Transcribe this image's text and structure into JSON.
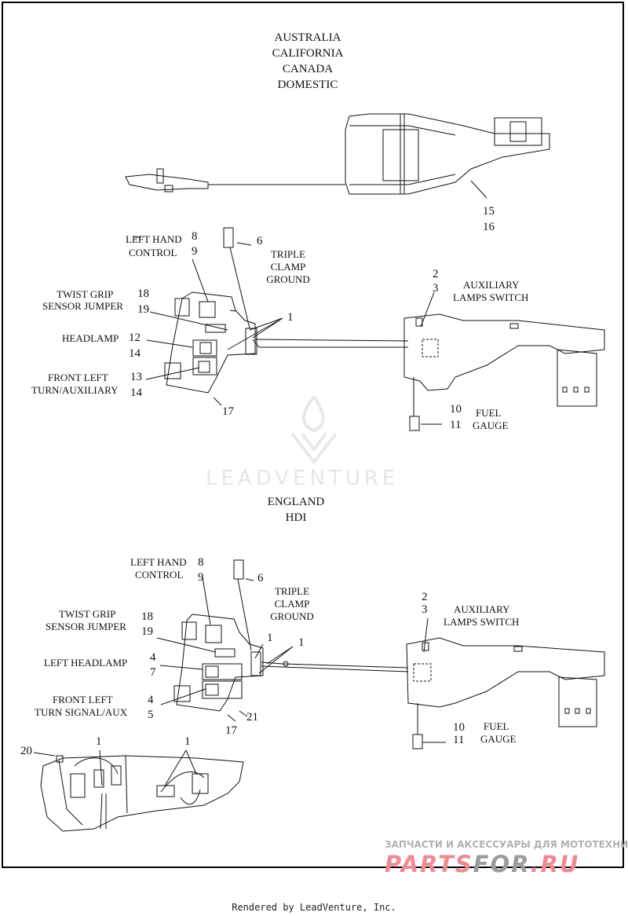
{
  "top_section": {
    "regions": [
      "AUSTRALIA",
      "CALIFORNIA",
      "CANADA",
      "DOMESTIC"
    ],
    "callouts": {
      "c15": "15",
      "c16": "16",
      "c8": "8",
      "c9": "9",
      "c6": "6",
      "c18": "18",
      "c19": "19",
      "c1": "1",
      "c12": "12",
      "c14a": "14",
      "c13": "13",
      "c14b": "14",
      "c17": "17",
      "c2": "2",
      "c3": "3",
      "c10": "10",
      "c11": "11"
    },
    "labels": {
      "left_hand": "LEFT HAND",
      "control": "CONTROL",
      "triple": "TRIPLE",
      "clamp": "CLAMP",
      "ground": "GROUND",
      "twist_grip": "TWIST GRIP",
      "sensor_jumper": "SENSOR JUMPER",
      "headlamp": "HEADLAMP",
      "front_left": "FRONT LEFT",
      "turn_aux": "TURN/AUXILIARY",
      "auxiliary": "AUXILIARY",
      "lamps_switch": "LAMPS SWITCH",
      "fuel": "FUEL",
      "gauge": "GAUGE"
    }
  },
  "bottom_section": {
    "regions": [
      "ENGLAND",
      "HDI"
    ],
    "callouts": {
      "c8": "8",
      "c9": "9",
      "c6": "6",
      "c18": "18",
      "c19": "19",
      "c1a": "1",
      "c1b": "1",
      "c4a": "4",
      "c7": "7",
      "c4b": "4",
      "c5": "5",
      "c21": "21",
      "c17": "17",
      "c2": "2",
      "c3": "3",
      "c10": "10",
      "c11": "11",
      "c20": "20",
      "c1c": "1",
      "c1d": "1"
    },
    "labels": {
      "left_hand": "LEFT HAND",
      "control": "CONTROL",
      "triple": "TRIPLE",
      "clamp": "CLAMP",
      "ground": "GROUND",
      "twist_grip": "TWIST GRIP",
      "sensor_jumper": "SENSOR JUMPER",
      "left_headlamp": "LEFT HEADLAMP",
      "front_left": "FRONT LEFT",
      "turn_signal_aux": "TURN SIGNAL/AUX",
      "auxiliary": "AUXILIARY",
      "lamps_switch": "LAMPS SWITCH",
      "fuel": "FUEL",
      "gauge": "GAUGE"
    }
  },
  "watermarks": {
    "leadventure": "LEADVENTURE",
    "ru_tagline": "ЗАПЧАСТИ И АКСЕССУАРЫ ДЛЯ МОТОТЕХНИКИ",
    "parts": "PARTS",
    "for": "FOR",
    "ru": ".RU"
  },
  "footer": "Rendered by LeadVenture, Inc."
}
